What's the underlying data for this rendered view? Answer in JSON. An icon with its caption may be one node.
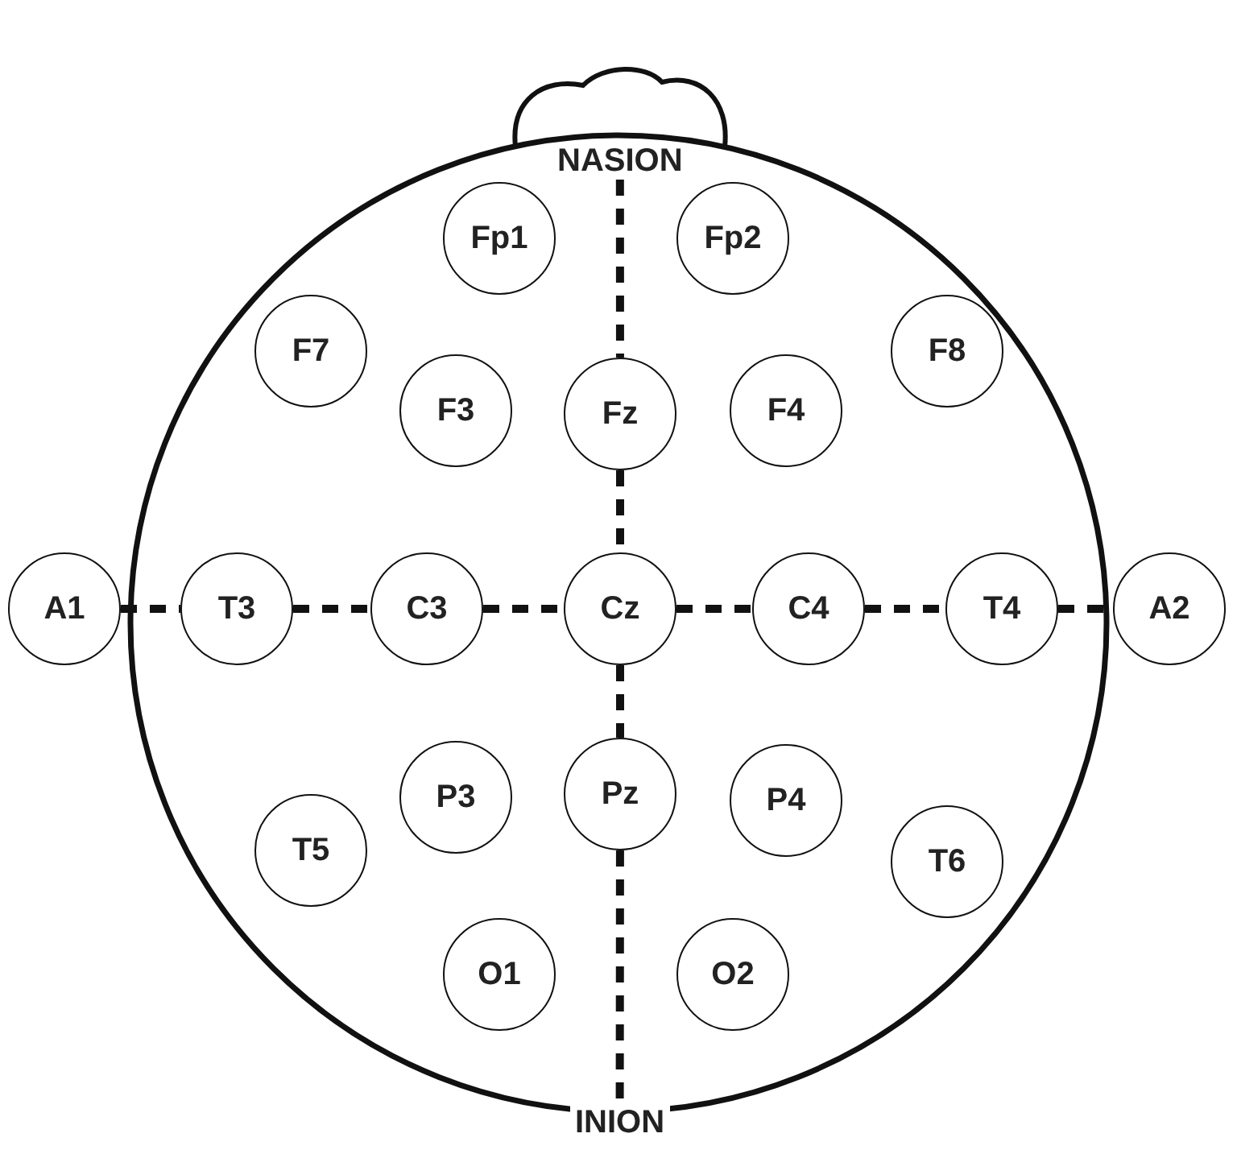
{
  "diagram": {
    "nodes": [
      {
        "text": [],
        "shape": "circle"
      },
      {
        "text": [
          "NASION"
        ],
        "in": 0
      },
      {
        "text": [
          "Fp1"
        ],
        "in": 0
      },
      {
        "text": [
          "Fp2"
        ],
        "in": 0
      },
      {
        "text": [
          "F7"
        ],
        "in": 0
      },
      {
        "text": [
          "F8"
        ],
        "in": 0
      },
      {
        "text": [
          "F3"
        ],
        "in": 0
      },
      {
        "text": [
          "Fz"
        ],
        "in": 0
      },
      {
        "text": [
          "F4"
        ],
        "in": 0
      },
      {
        "text": [
          "A1"
        ]
      },
      {
        "text": [
          "T3"
        ],
        "in": 0
      },
      {
        "text": [
          "C3"
        ],
        "in": 0
      },
      {
        "text": [
          "Cz"
        ],
        "in": 0
      },
      {
        "text": [
          "C4"
        ],
        "in": 0
      },
      {
        "text": [
          "T4"
        ],
        "in": 0
      },
      {
        "text": [
          "A2"
        ]
      },
      {
        "text": [
          "P3"
        ],
        "in": 0
      },
      {
        "text": [
          "Pz"
        ],
        "in": 0
      },
      {
        "text": [
          "P4"
        ],
        "in": 0
      },
      {
        "text": [
          "T5"
        ],
        "in": 0
      },
      {
        "text": [
          "T6"
        ],
        "in": 0
      },
      {
        "text": [
          "O1"
        ],
        "in": 0
      },
      {
        "text": [
          "O2"
        ],
        "in": 0
      },
      {
        "text": [
          "INION"
        ]
      }
    ],
    "edges": [
      {
        "from": 1,
        "to": 7,
        "arrow": "none",
        "style": "dashed"
      },
      {
        "from": 7,
        "to": 12,
        "arrow": "none",
        "style": "dashed"
      },
      {
        "from": 12,
        "to": 17,
        "arrow": "none",
        "style": "dashed"
      },
      {
        "from": 17,
        "to": 23,
        "arrow": "none",
        "style": "dashed"
      },
      {
        "from": 9,
        "to": 10,
        "arrow": "none",
        "style": "dashed"
      },
      {
        "from": 10,
        "to": 11,
        "arrow": "none",
        "style": "dashed"
      },
      {
        "from": 11,
        "to": 12,
        "arrow": "none",
        "style": "dashed"
      },
      {
        "from": 12,
        "to": 13,
        "arrow": "none",
        "style": "dashed"
      },
      {
        "from": 13,
        "to": 14,
        "arrow": "none",
        "style": "dashed"
      },
      {
        "from": 14,
        "to": 15,
        "arrow": "none",
        "style": "dashed"
      }
    ]
  }
}
